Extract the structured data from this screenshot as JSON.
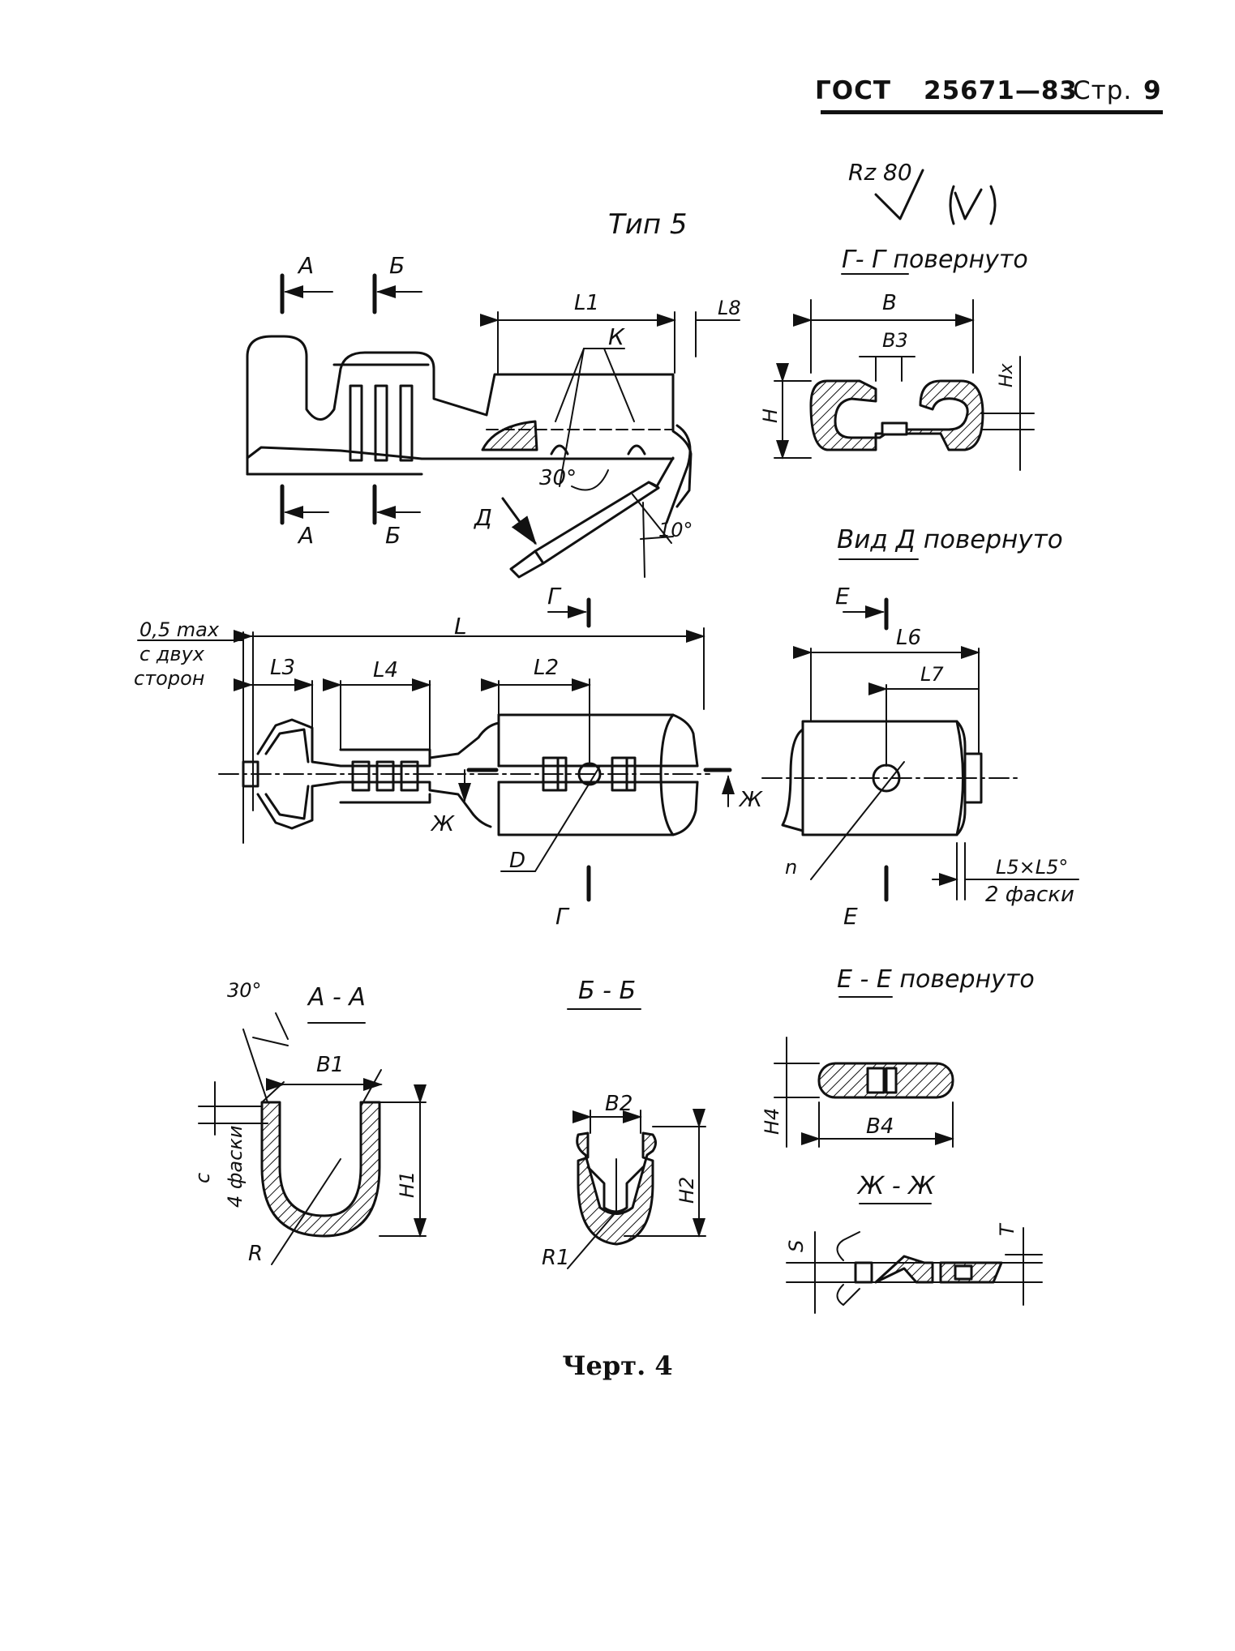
{
  "header": {
    "standard": "ГОСТ",
    "number": "25671—83",
    "page_label": "Стр.",
    "page_number": "9"
  },
  "drawing": {
    "roughness": {
      "symbol": "Rz 80",
      "bracket_symbol": "(√)"
    },
    "type_label": "Тип 5",
    "views": {
      "g_g": "Г- Г повернуто",
      "vid_d": "Вид Д повернуто",
      "a_a": "А - А",
      "b_b": "Б - Б",
      "e_e": "Е - Е повернуто",
      "zh_zh": "Ж - Ж"
    },
    "labels": {
      "A": "А",
      "B": "Б",
      "G": "Г",
      "D": "Д",
      "E": "Е",
      "Zh": "Ж",
      "K": "К",
      "L": "L",
      "L1": "L1",
      "L2": "L2",
      "L3": "L3",
      "L4": "L4",
      "L6": "L6",
      "L7": "L7",
      "L8": "L8",
      "Bw": "B",
      "B1": "B1",
      "B2": "B2",
      "B3": "B3",
      "B4": "B4",
      "H": "H",
      "H1": "H1",
      "H2": "H2",
      "H4": "H4",
      "Hx": "Hx",
      "R": "R",
      "R1": "R1",
      "Dd": "D",
      "n": "n",
      "S": "S",
      "T": "T",
      "c": "c",
      "angle30": "30°",
      "angle10": "10°",
      "angle30b": "30°",
      "max_note_1": "0,5 max",
      "max_note_2": "с двух",
      "max_note_3": "сторон",
      "chamfer_note": "L5×L5°",
      "chamfer_count": "2 фаски",
      "chamfer4": "4 фаски"
    }
  },
  "caption": "Черт. 4"
}
